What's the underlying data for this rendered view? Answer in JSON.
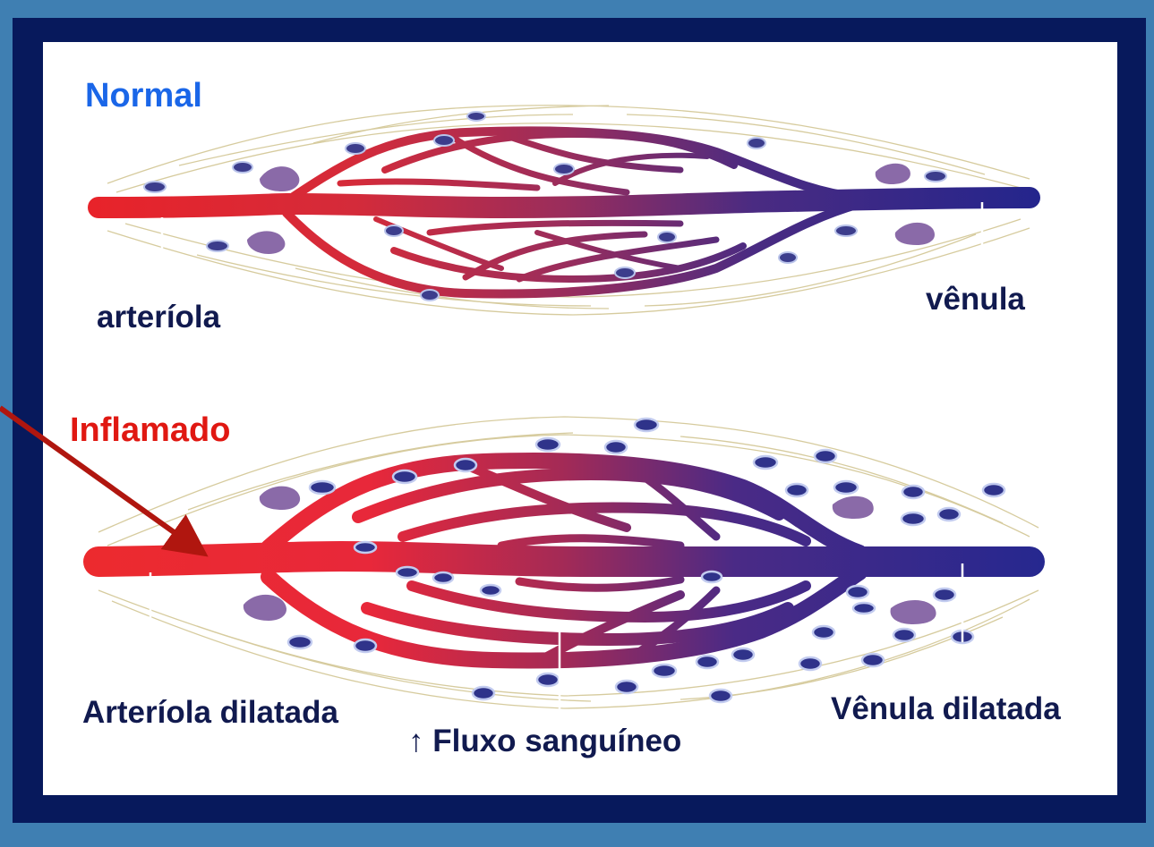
{
  "labels": {
    "normal": "Normal",
    "inflamado": "Inflamado",
    "arteriola": "arteríola",
    "venula": "vênula",
    "arteriola_dilatada": "Arteríola dilatada",
    "venula_dilatada": "Vênula dilatada",
    "fluxo": "↑ Fluxo sanguíneo"
  },
  "colors": {
    "artery": "#e8232a",
    "vein": "#24258c",
    "label_normal": "#1a66e8",
    "label_inflamado": "#e01812",
    "pointer_arrow": "#b0160f",
    "frame": "#07195c",
    "background": "#3f7fb2"
  }
}
